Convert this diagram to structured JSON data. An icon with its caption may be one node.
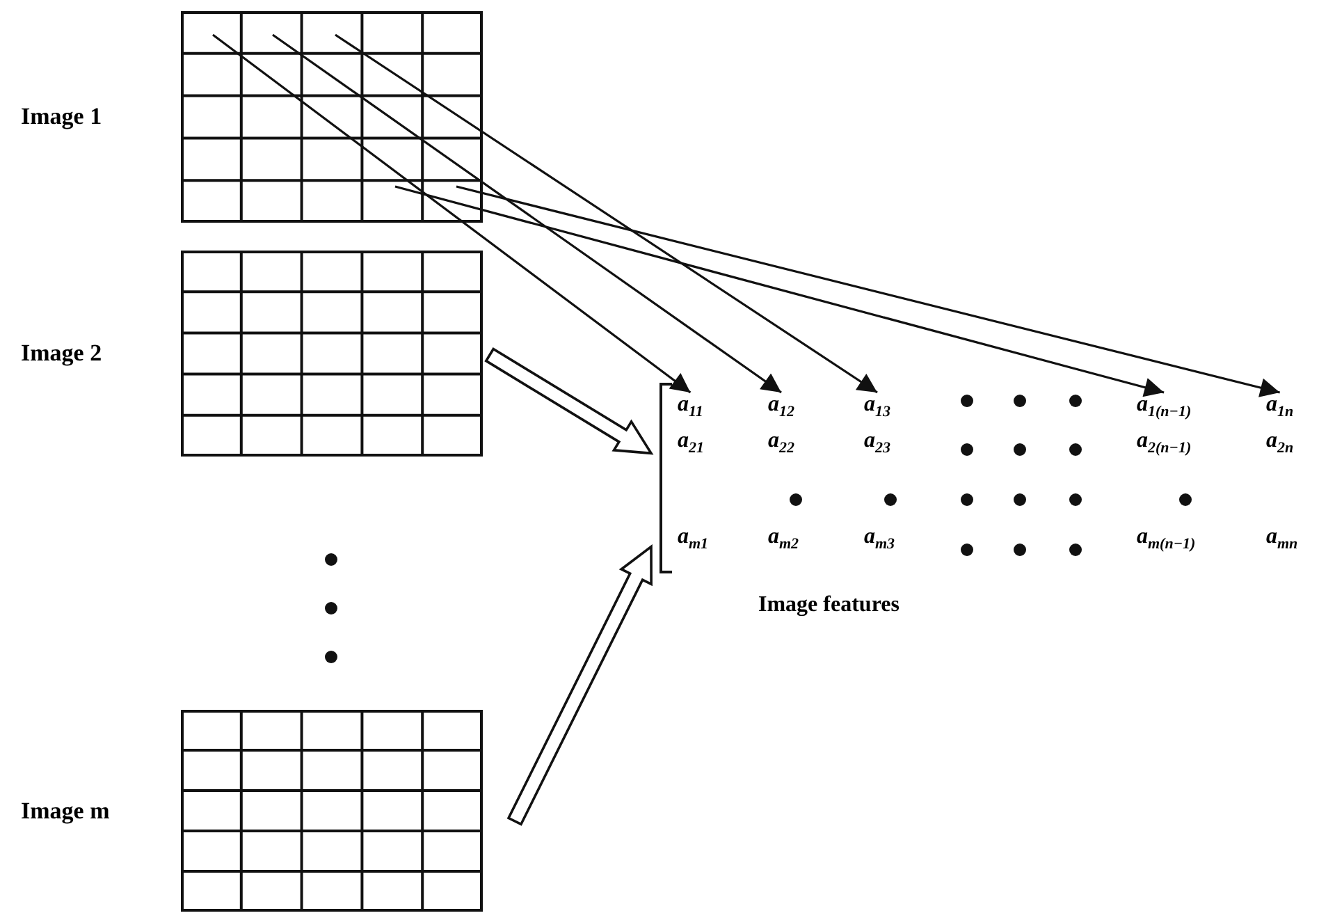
{
  "diagram": {
    "nodes": [
      {
        "text": [
          "Image 1"
        ]
      },
      {
        "text": [
          "Image 2"
        ]
      },
      {
        "text": [
          "Image m"
        ]
      },
      {
        "text": [],
        "shape": "bracket"
      },
      {
        "text": [
          "a$_{11}$"
        ]
      },
      {
        "text": [
          "a$_{12}$"
        ]
      },
      {
        "text": [
          "a$_{13}$"
        ]
      },
      {
        "text": [
          "a$_{1(n−1)}$"
        ]
      },
      {
        "text": [
          "a$_{1n}$"
        ]
      }
    ],
    "edges": [
      {
        "from": 0,
        "to": 4,
        "arrow": "to"
      },
      {
        "from": 0,
        "to": 5,
        "arrow": "to"
      },
      {
        "from": 0,
        "to": 6,
        "arrow": "to"
      },
      {
        "from": 0,
        "to": 7,
        "arrow": "to"
      },
      {
        "from": 0,
        "to": 8,
        "arrow": "to"
      },
      {
        "from": 1,
        "to": 3,
        "arrow": "to",
        "style": "thick"
      },
      {
        "from": 2,
        "to": 3,
        "arrow": "to",
        "style": "thick"
      }
    ],
    "labels": [
      "a$_{21}$",
      "a$_{22}$",
      "a$_{23}$",
      "a$_{2(n−1)}$",
      "a$_{2n}$",
      "a$_{m1}$",
      "a$_{m2}$",
      "a$_{m3}$",
      "a$_{m(n−1)}$",
      "a$_{mn}$",
      "Image features"
    ]
  }
}
